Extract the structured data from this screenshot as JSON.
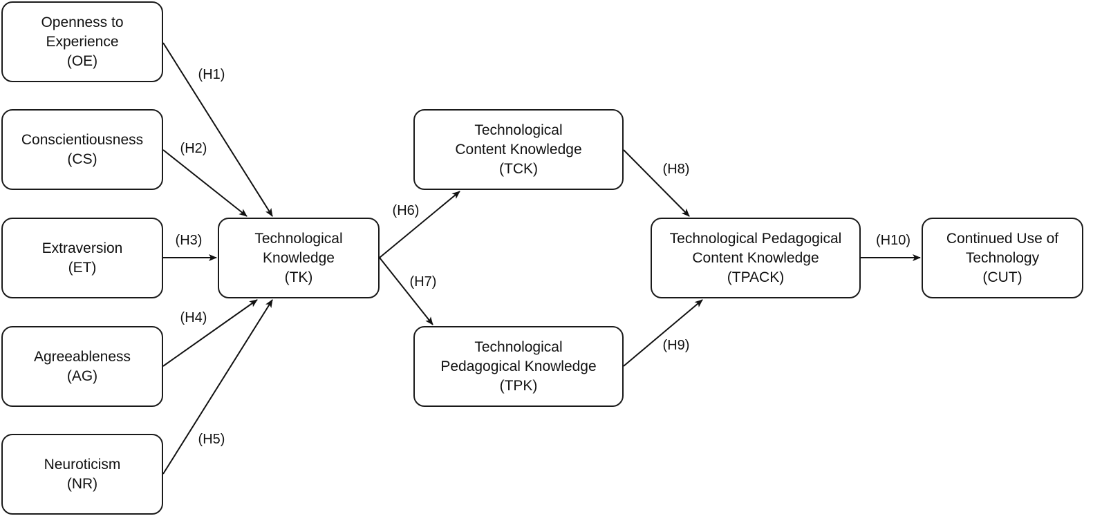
{
  "nodes": [
    {
      "id": "OE",
      "lines": [
        "Openness to",
        "Experience",
        "(OE)"
      ]
    },
    {
      "id": "CS",
      "lines": [
        "Conscientiousness",
        "(CS)"
      ]
    },
    {
      "id": "ET",
      "lines": [
        "Extraversion",
        "(ET)"
      ]
    },
    {
      "id": "AG",
      "lines": [
        "Agreeableness",
        "(AG)"
      ]
    },
    {
      "id": "NR",
      "lines": [
        "Neuroticism",
        "(NR)"
      ]
    },
    {
      "id": "TK",
      "lines": [
        "Technological",
        "Knowledge",
        "(TK)"
      ]
    },
    {
      "id": "TCK",
      "lines": [
        "Technological",
        "Content Knowledge",
        "(TCK)"
      ]
    },
    {
      "id": "TPK",
      "lines": [
        "Technological",
        "Pedagogical Knowledge",
        "(TPK)"
      ]
    },
    {
      "id": "TPACK",
      "lines": [
        "Technological Pedagogical",
        "Content Knowledge",
        "(TPACK)"
      ]
    },
    {
      "id": "CUT",
      "lines": [
        "Continued Use of",
        "Technology",
        "(CUT)"
      ]
    }
  ],
  "edges": [
    {
      "from": "OE",
      "to": "TK",
      "label": "(H1)"
    },
    {
      "from": "CS",
      "to": "TK",
      "label": "(H2)"
    },
    {
      "from": "ET",
      "to": "TK",
      "label": "(H3)"
    },
    {
      "from": "AG",
      "to": "TK",
      "label": "(H4)"
    },
    {
      "from": "NR",
      "to": "TK",
      "label": "(H5)"
    },
    {
      "from": "TK",
      "to": "TCK",
      "label": "(H6)"
    },
    {
      "from": "TK",
      "to": "TPK",
      "label": "(H7)"
    },
    {
      "from": "TCK",
      "to": "TPACK",
      "label": "(H8)"
    },
    {
      "from": "TPK",
      "to": "TPACK",
      "label": "(H9)"
    },
    {
      "from": "TPACK",
      "to": "CUT",
      "label": "(H10)"
    }
  ]
}
